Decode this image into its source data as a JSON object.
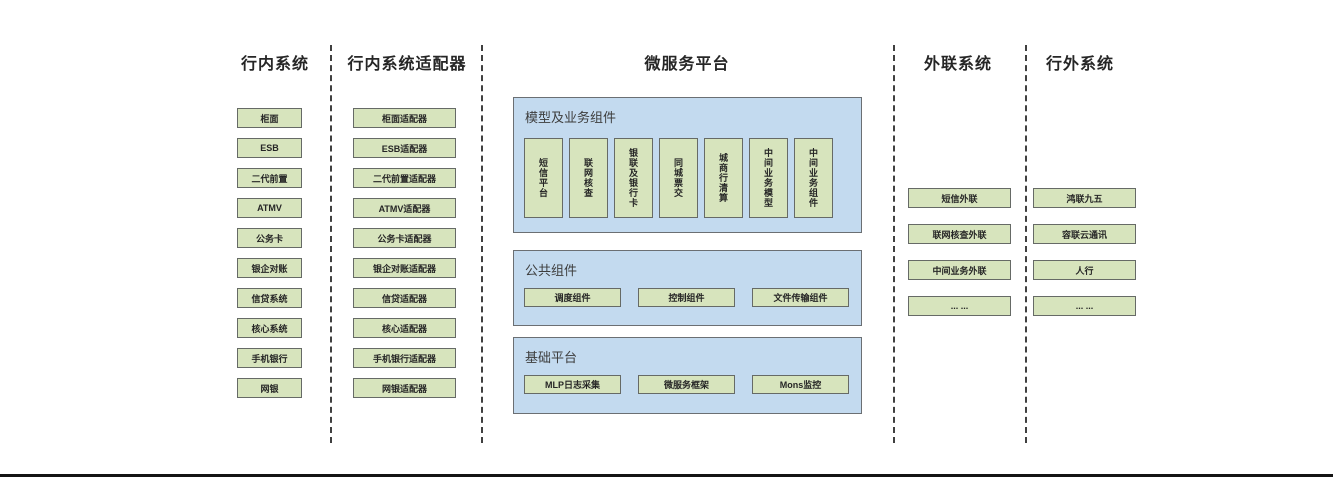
{
  "colors": {
    "box_fill_green": "#d7e4bd",
    "box_border": "#666a66",
    "panel_fill_blue": "#c3daef",
    "panel_border": "#6b6f73",
    "separator": "#404040",
    "bottom_rule": "#141414",
    "text": "#262626"
  },
  "columns": [
    {
      "title": "行内系统",
      "items": [
        "柜面",
        "ESB",
        "二代前置",
        "ATMV",
        "公务卡",
        "银企对账",
        "信贷系统",
        "核心系统",
        "手机银行",
        "网银"
      ]
    },
    {
      "title": "行内系统适配器",
      "items": [
        "柜面适配器",
        "ESB适配器",
        "二代前置适配器",
        "ATMV适配器",
        "公务卡适配器",
        "银企对账适配器",
        "信贷适配器",
        "核心适配器",
        "手机银行适配器",
        "网银适配器"
      ]
    }
  ],
  "platform": {
    "title": "微服务平台",
    "sections": [
      {
        "label": "模型及业务组件",
        "items": [
          "短信平台",
          "联网核查",
          "银联及银行卡",
          "同城票交",
          "城商行清算",
          "中间业务模型",
          "中间业务组件"
        ]
      },
      {
        "label": "公共组件",
        "items": [
          "调度组件",
          "控制组件",
          "文件传输组件"
        ]
      },
      {
        "label": "基础平台",
        "items": [
          "MLP日志采集",
          "微服务框架",
          "Mons监控"
        ]
      }
    ]
  },
  "external": [
    {
      "title": "外联系统",
      "items": [
        "短信外联",
        "联网核查外联",
        "中间业务外联",
        "... ..."
      ]
    },
    {
      "title": "行外系统",
      "items": [
        "鸿联九五",
        "容联云通讯",
        "人行",
        "... ..."
      ]
    }
  ]
}
